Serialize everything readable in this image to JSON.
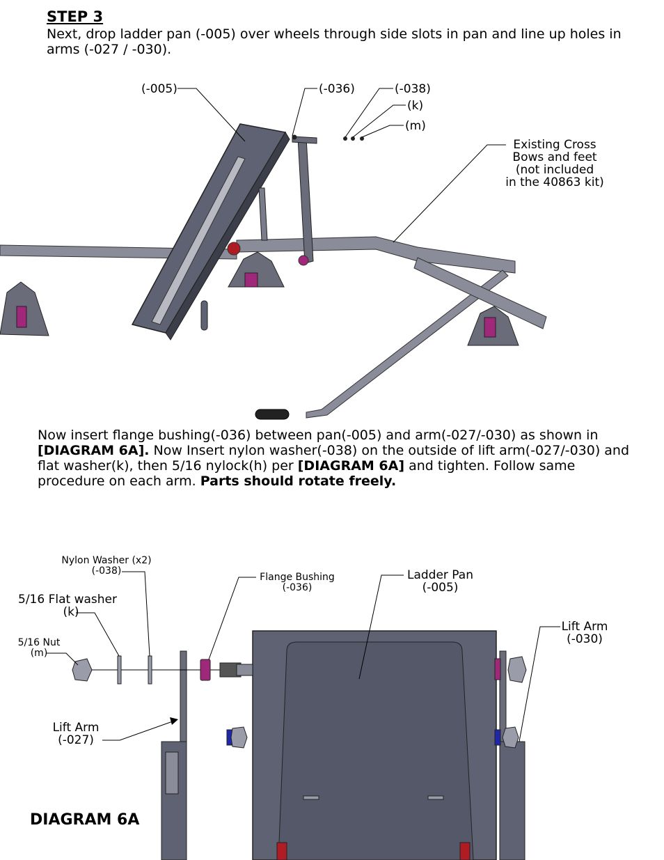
{
  "step": {
    "title": "STEP 3",
    "instruction": "Next, drop ladder pan (-005) over wheels through side slots in pan and line up holes in arms (-027 / -030)."
  },
  "assembly_labels": {
    "pan": "(-005)",
    "bushing": "(-036)",
    "nylon_washer": "(-038)",
    "flat_washer": "(k)",
    "nut": "(m)",
    "cross_bows_line1": "Existing Cross",
    "cross_bows_line2": "Bows and feet",
    "cross_bows_line3": "(not included",
    "cross_bows_line4": "in the 40863 kit)"
  },
  "procedure": {
    "part1": "Now insert flange bushing(-036) between pan(-005) and arm(-027/-030) as shown in ",
    "ref1": "[DIAGRAM 6A].",
    "part2": " Now Insert nylon washer(-038) on the outside of lift arm(-027/-030) and flat washer(k), then 5/16 nylock(h) per ",
    "ref2": "[DIAGRAM 6A]",
    "part3": " and tighten. Follow same procedure on each arm. ",
    "emphasis": "Parts should rotate freely."
  },
  "diagram": {
    "title": "DIAGRAM 6A",
    "nylon_washer_line1": "Nylon  Washer (x2)",
    "nylon_washer_line2": "(-038)",
    "flat_washer_line1": "5/16 Flat washer",
    "flat_washer_line2": "(k)",
    "nut_line1": "5/16 Nut",
    "nut_line2": "(m)",
    "flange_line1": "Flange Bushing",
    "flange_line2": "(-036)",
    "ladder_line1": "Ladder Pan",
    "ladder_line2": "(-005)",
    "lift_right_line1": "Lift Arm",
    "lift_right_line2": "(-030)",
    "lift_left_line1": "Lift Arm",
    "lift_left_line2": "(-027)"
  },
  "colors": {
    "metal": "#5f6272",
    "metal_light": "#9a9caa",
    "metal_dark": "#3c3e4a",
    "magenta": "#a0287a",
    "red": "#b01c24",
    "blue": "#1e28a8",
    "grip": "#222222"
  }
}
